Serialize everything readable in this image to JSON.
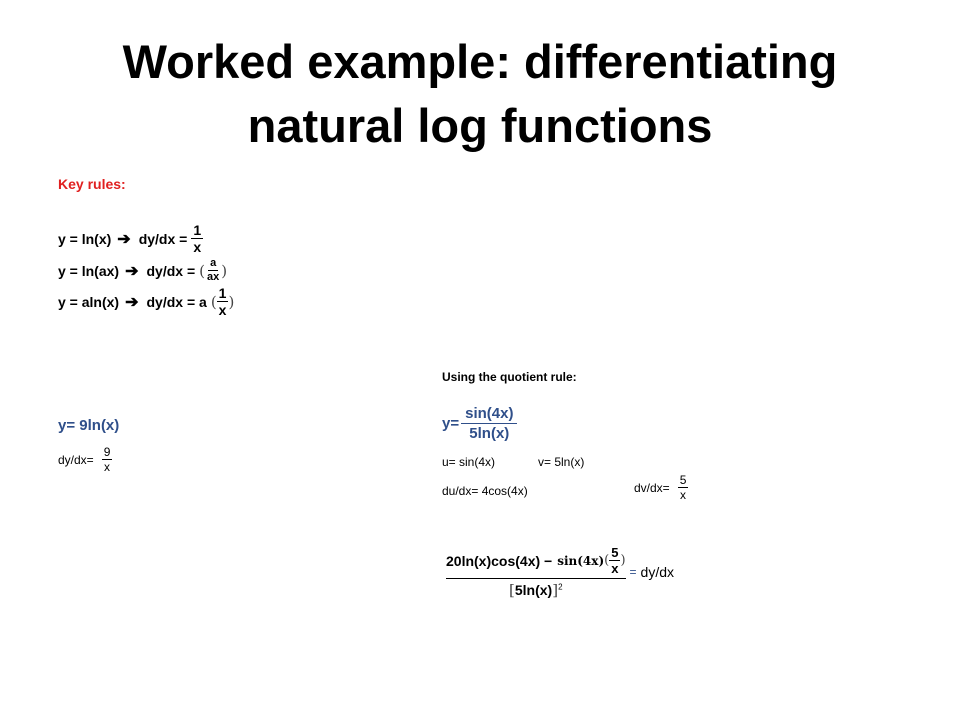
{
  "title": {
    "line1": "Worked example: differentiating",
    "line2": "natural log functions"
  },
  "key_rules": {
    "heading": "Key rules:",
    "rules": [
      {
        "lhs": "y = ln(x)",
        "rhs_prefix": "dy/dx =",
        "num": "1",
        "den": "x"
      },
      {
        "lhs": "y = ln(ax)",
        "rhs_prefix": "dy/dx =",
        "num": "a",
        "den": "ax"
      },
      {
        "lhs": "y = aln(x)",
        "rhs_prefix": "dy/dx = a",
        "num": "1",
        "den": "x"
      }
    ],
    "arrow_icon": "right-arrow-icon"
  },
  "example1": {
    "function": "y= 9ln(x)",
    "derivative_prefix": "dy/dx=",
    "num": "9",
    "den": "x"
  },
  "example2": {
    "heading": "Using the quotient rule:",
    "y_prefix": "y=",
    "num": "sin(4x)",
    "den": "5ln(x)",
    "u": "u= sin(4x)",
    "v": "v= 5ln(x)",
    "du": "du/dx= 4cos(4x)",
    "dv_prefix": "dv/dx=",
    "dv_num": "5",
    "dv_den": "x",
    "result_num_a": "20ln(x)cos(4x) −",
    "result_num_b": "sin(4x)",
    "result_inner_num": "5",
    "result_inner_den": "x",
    "result_den": "5ln(x)",
    "result_power": "2",
    "equals": "=",
    "result_rhs": "dy/dx"
  },
  "colors": {
    "heading_red": "#e02020",
    "example_blue": "#2f4f8a"
  }
}
